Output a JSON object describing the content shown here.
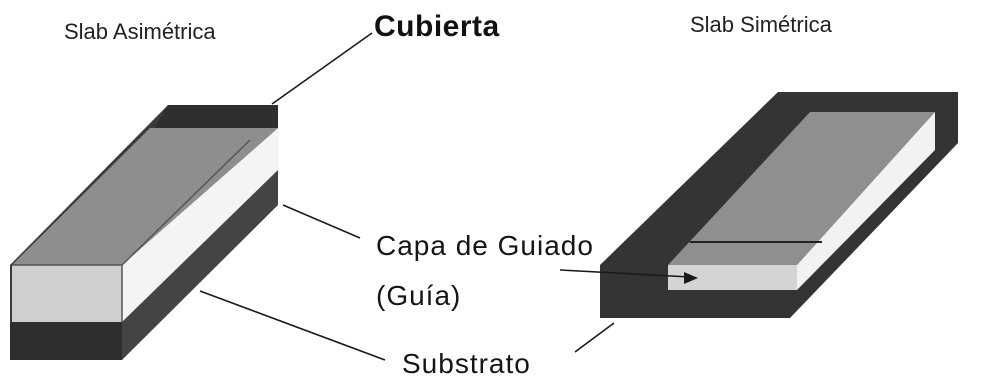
{
  "labels": {
    "asym_title": "Slab Asimétrica",
    "sym_title": "Slab Simétrica",
    "cubierta": "Cubierta",
    "capa_line1": "Capa de Guiado",
    "capa_line2": "(Guía)",
    "substrato": "Substrato"
  },
  "colors": {
    "dark_layer": "#3a3a3a",
    "guide_top": "#8e8e8e",
    "guide_front": "#d2d2d2",
    "guide_side": "#f2f2f2",
    "leader": "#1a1a1a"
  }
}
